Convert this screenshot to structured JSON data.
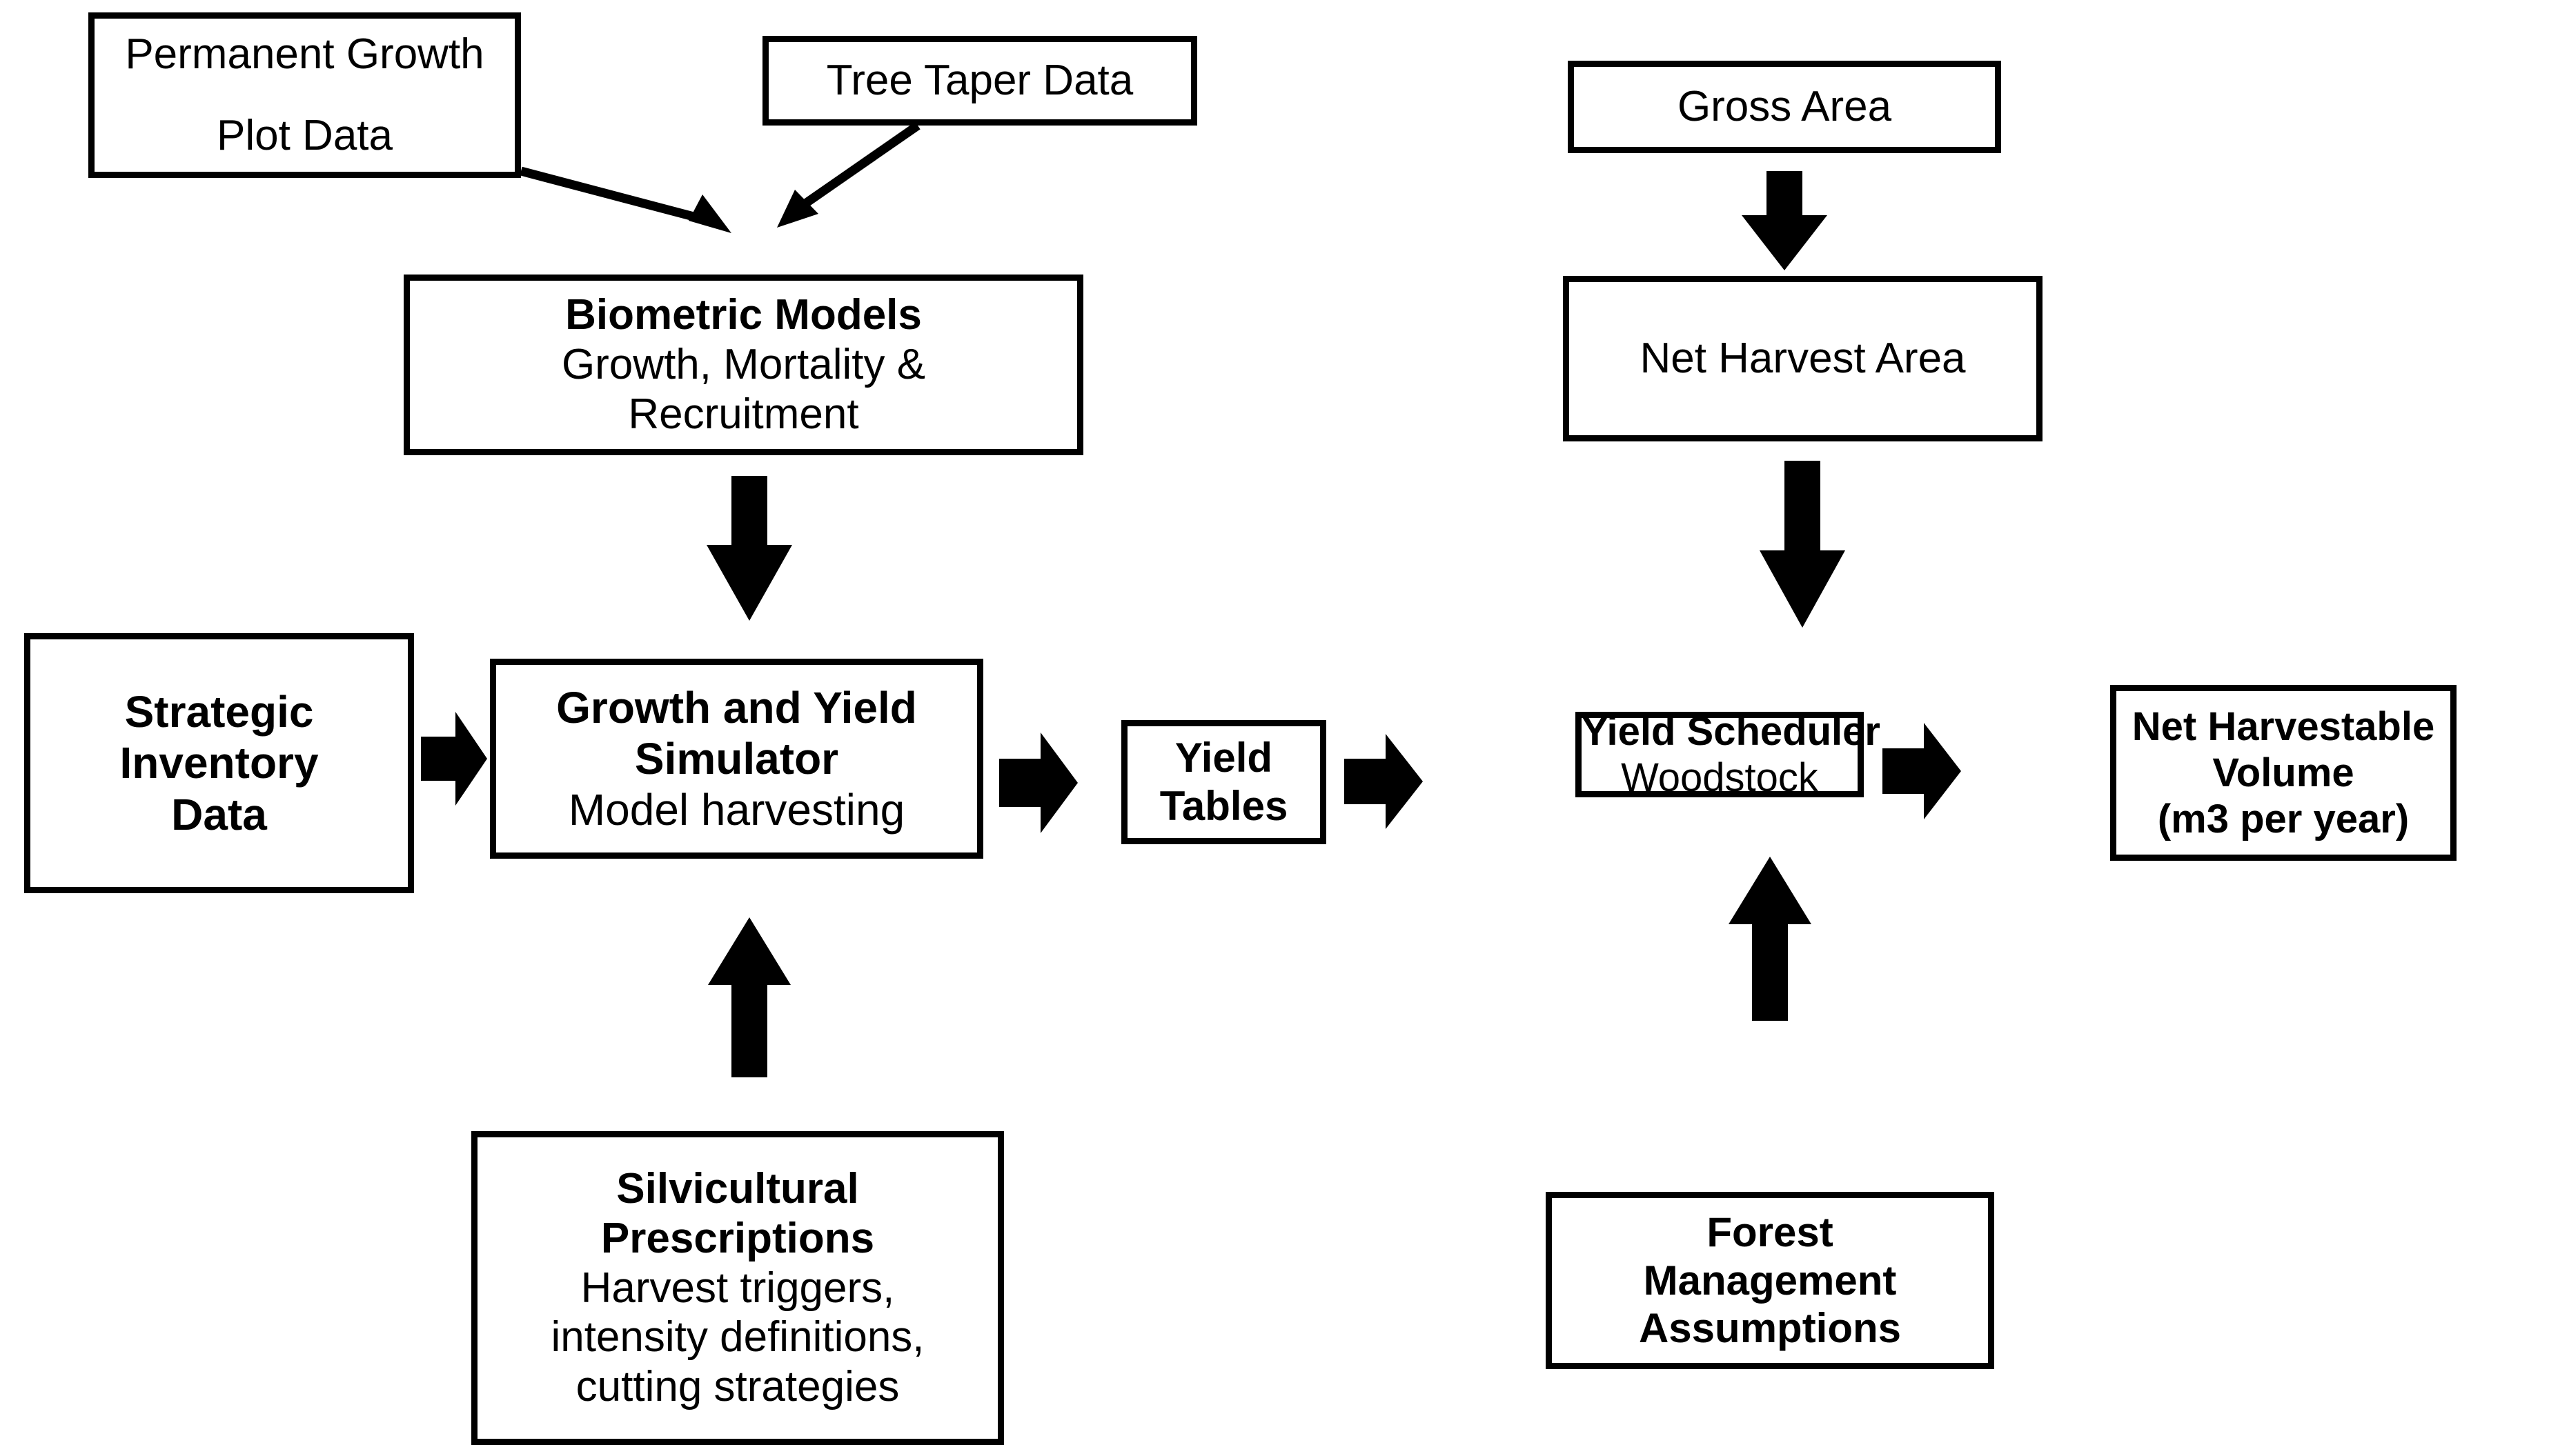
{
  "diagram": {
    "title": "Forest Growth and Yield Modelling Workflow",
    "background_color": "#ffffff",
    "line_color": "#000000",
    "nodes": [
      {
        "id": "permanent-growth-plot-data",
        "lines": [
          "Permanent Growth",
          "Plot Data"
        ],
        "emphasis": [
          "regular",
          "regular"
        ]
      },
      {
        "id": "tree-taper-data",
        "lines": [
          "Tree Taper Data"
        ],
        "emphasis": [
          "regular"
        ]
      },
      {
        "id": "gross-area",
        "lines": [
          "Gross Area"
        ],
        "emphasis": [
          "regular"
        ]
      },
      {
        "id": "biometric-models",
        "lines": [
          "Biometric Models",
          "Growth, Mortality &",
          "Recruitment"
        ],
        "emphasis": [
          "bold",
          "regular",
          "regular"
        ]
      },
      {
        "id": "net-harvest-area",
        "lines": [
          "Net Harvest Area"
        ],
        "emphasis": [
          "regular"
        ]
      },
      {
        "id": "strategic-inventory-data",
        "lines": [
          "Strategic",
          "Inventory",
          "Data"
        ],
        "emphasis": [
          "bold",
          "bold",
          "bold"
        ]
      },
      {
        "id": "growth-and-yield-simulator",
        "lines": [
          "Growth and Yield",
          "Simulator",
          "Model harvesting"
        ],
        "emphasis": [
          "bold",
          "bold",
          "regular"
        ]
      },
      {
        "id": "yield-tables",
        "lines": [
          "Yield",
          "Tables"
        ],
        "emphasis": [
          "bold",
          "bold"
        ]
      },
      {
        "id": "yield-scheduler",
        "lines": [
          "Yield Scheduler",
          "Woodstock"
        ],
        "emphasis": [
          "bold",
          "regular"
        ]
      },
      {
        "id": "net-harvestable-volume",
        "lines": [
          "Net Harvestable",
          "Volume",
          "(m3 per year)"
        ],
        "emphasis": [
          "bold",
          "bold",
          "bold"
        ]
      },
      {
        "id": "silvicultural-prescriptions",
        "lines": [
          "Silvicultural",
          "Prescriptions",
          "Harvest triggers,",
          "intensity definitions,",
          "cutting strategies"
        ],
        "emphasis": [
          "bold",
          "bold",
          "regular",
          "regular",
          "regular"
        ]
      },
      {
        "id": "forest-management-assumptions",
        "lines": [
          "Forest",
          "Management",
          "Assumptions"
        ],
        "emphasis": [
          "bold",
          "bold",
          "bold"
        ]
      }
    ],
    "connections": [
      {
        "id": "plot-data-to-biometric-models",
        "from": "permanent-growth-plot-data",
        "to": "biometric-models",
        "style": "thin-diagonal-arrow"
      },
      {
        "id": "taper-data-to-biometric-models",
        "from": "tree-taper-data",
        "to": "biometric-models",
        "style": "thin-diagonal-arrow"
      },
      {
        "id": "biometric-models-to-simulator",
        "from": "biometric-models",
        "to": "growth-and-yield-simulator",
        "style": "thick-down-arrow"
      },
      {
        "id": "inventory-to-simulator",
        "from": "strategic-inventory-data",
        "to": "growth-and-yield-simulator",
        "style": "thick-right-arrow"
      },
      {
        "id": "prescriptions-to-simulator",
        "from": "silvicultural-prescriptions",
        "to": "growth-and-yield-simulator",
        "style": "thick-up-arrow"
      },
      {
        "id": "simulator-to-yield-tables",
        "from": "growth-and-yield-simulator",
        "to": "yield-tables",
        "style": "thick-right-arrow"
      },
      {
        "id": "yield-tables-to-scheduler",
        "from": "yield-tables",
        "to": "yield-scheduler",
        "style": "thick-right-arrow"
      },
      {
        "id": "scheduler-to-net-volume",
        "from": "yield-scheduler",
        "to": "net-harvestable-volume",
        "style": "thick-right-arrow"
      },
      {
        "id": "gross-area-to-net-harvest-area",
        "from": "gross-area",
        "to": "net-harvest-area",
        "style": "thick-down-arrow"
      },
      {
        "id": "net-harvest-area-to-scheduler",
        "from": "net-harvest-area",
        "to": "yield-scheduler",
        "style": "thick-down-arrow"
      },
      {
        "id": "assumptions-to-scheduler",
        "from": "forest-management-assumptions",
        "to": "yield-scheduler",
        "style": "thick-up-arrow"
      }
    ]
  }
}
